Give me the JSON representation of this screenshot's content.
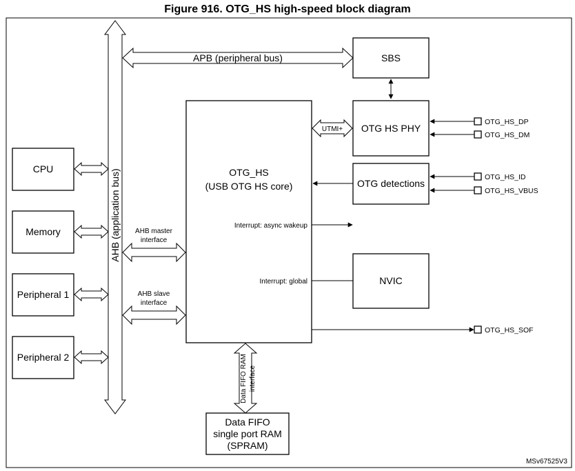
{
  "title": "Figure 916. OTG_HS high-speed block diagram",
  "buses": {
    "apb": "APB (peripheral bus)",
    "ahb": "AHB (application bus)",
    "utmi": "UTMI+"
  },
  "blocks": {
    "cpu": "CPU",
    "memory": "Memory",
    "peripheral1": "Peripheral 1",
    "peripheral2": "Peripheral 2",
    "sbs": "SBS",
    "otg_hs_line1": "OTG_HS",
    "otg_hs_line2": "(USB OTG HS core)",
    "otg_hs_phy": "OTG HS PHY",
    "otg_detections": "OTG detections",
    "nvic": "NVIC",
    "spram_line1": "Data FIFO",
    "spram_line2": "single port RAM",
    "spram_line3": "(SPRAM)"
  },
  "interfaces": {
    "ahb_master_line1": "AHB master",
    "ahb_master_line2": "interface",
    "ahb_slave_line1": "AHB slave",
    "ahb_slave_line2": "interface",
    "fifo_if_line1": "Data FIFO RAM",
    "fifo_if_line2": "interface"
  },
  "signals": {
    "async_wakeup": "Interrupt: async wakeup",
    "global": "Interrupt: global"
  },
  "pins": {
    "dp": "OTG_HS_DP",
    "dm": "OTG_HS_DM",
    "id": "OTG_HS_ID",
    "vbus": "OTG_HS_VBUS",
    "sof": "OTG_HS_SOF"
  },
  "reference": "MSv67525V3"
}
